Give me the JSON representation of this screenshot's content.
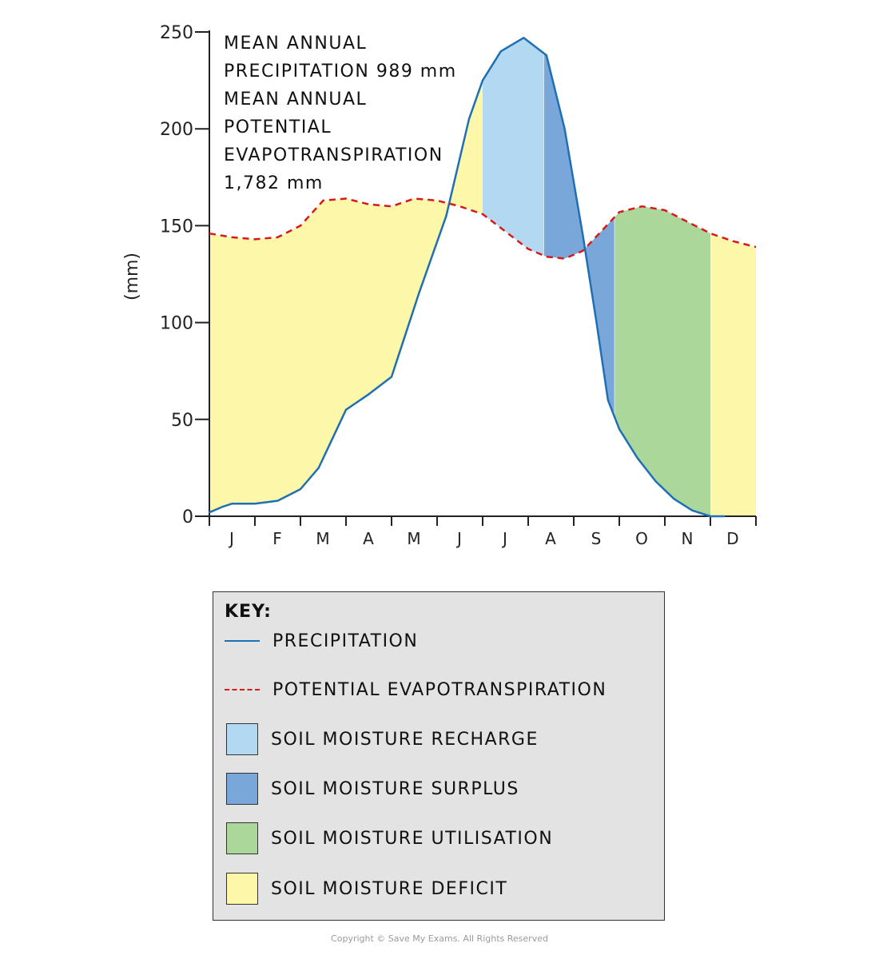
{
  "chart_data": {
    "type": "area",
    "ylabel": "(mm)",
    "ylim": [
      0,
      250
    ],
    "yticks": [
      0,
      50,
      100,
      150,
      200,
      250
    ],
    "categories": [
      "J",
      "F",
      "M",
      "A",
      "M",
      "J",
      "J",
      "A",
      "S",
      "O",
      "N",
      "D"
    ],
    "series": [
      {
        "name": "PRECIPITATION",
        "color": "#1f6fb5",
        "style": "solid",
        "x": [
          0,
          0.3,
          0.5,
          1.0,
          1.5,
          2.0,
          2.4,
          2.6,
          3.0,
          3.5,
          4.0,
          4.6,
          5.2,
          5.7,
          6.0,
          6.4,
          6.9,
          7.4,
          7.8,
          8.2,
          8.5,
          8.75,
          9.0,
          9.4,
          9.8,
          10.2,
          10.6,
          11.0,
          11.3
        ],
        "values": [
          2,
          5,
          6.5,
          6.5,
          8,
          14,
          25,
          35,
          55,
          63,
          72,
          115,
          155,
          205,
          225,
          240,
          247,
          238,
          200,
          145,
          100,
          60,
          45,
          30,
          18,
          9,
          3,
          0,
          0
        ]
      },
      {
        "name": "POTENTIAL EVAPOTRANSPIRATION",
        "color": "#d7191c",
        "style": "dashed",
        "x": [
          0,
          0.5,
          1.0,
          1.5,
          2.0,
          2.5,
          3.0,
          3.5,
          4.0,
          4.5,
          5.0,
          5.5,
          6.0,
          6.5,
          7.0,
          7.4,
          7.8,
          8.2,
          8.6,
          9.0,
          9.5,
          10.0,
          10.5,
          11.0,
          11.5,
          12.0
        ],
        "values": [
          146,
          144,
          143,
          144,
          150,
          163,
          164,
          161,
          160,
          164,
          163,
          160,
          156,
          147,
          138,
          134,
          133,
          137,
          147,
          157,
          160,
          158,
          152,
          146,
          142,
          139
        ]
      }
    ],
    "zones": [
      {
        "name": "SOIL MOISTURE DEFICIT",
        "color": "#fdf7a9",
        "from": 0,
        "to": 6.0
      },
      {
        "name": "SOIL MOISTURE RECHARGE",
        "color": "#b3d9f2",
        "from": 6.0,
        "to": 7.35
      },
      {
        "name": "SOIL MOISTURE SURPLUS",
        "color": "#7aa7d9",
        "from": 7.35,
        "to": 8.9
      },
      {
        "name": "SOIL MOISTURE UTILISATION",
        "color": "#acd79b",
        "from": 8.9,
        "to": 11.0
      },
      {
        "name": "SOIL MOISTURE DEFICIT",
        "color": "#fdf7a9",
        "from": 11.0,
        "to": 12.0
      }
    ],
    "annotation": [
      "MEAN ANNUAL",
      "PRECIPITATION 989 mm",
      "MEAN ANNUAL",
      "POTENTIAL",
      "EVAPOTRANSPIRATION",
      "1,782 mm"
    ]
  },
  "key": {
    "title": "KEY:",
    "items": [
      {
        "label": "PRECIPITATION",
        "kind": "line",
        "color": "#1f6fb5"
      },
      {
        "label": "POTENTIAL EVAPOTRANSPIRATION",
        "kind": "dashed-line",
        "color": "#d7191c"
      },
      {
        "label": "SOIL MOISTURE RECHARGE",
        "kind": "swatch",
        "color": "#b3d9f2"
      },
      {
        "label": "SOIL MOISTURE SURPLUS",
        "kind": "swatch",
        "color": "#7aa7d9"
      },
      {
        "label": "SOIL MOISTURE UTILISATION",
        "kind": "swatch",
        "color": "#acd79b"
      },
      {
        "label": "SOIL MOISTURE DEFICIT",
        "kind": "swatch",
        "color": "#fdf7a9"
      }
    ]
  },
  "footer": "Copyright © Save My Exams. All Rights Reserved"
}
